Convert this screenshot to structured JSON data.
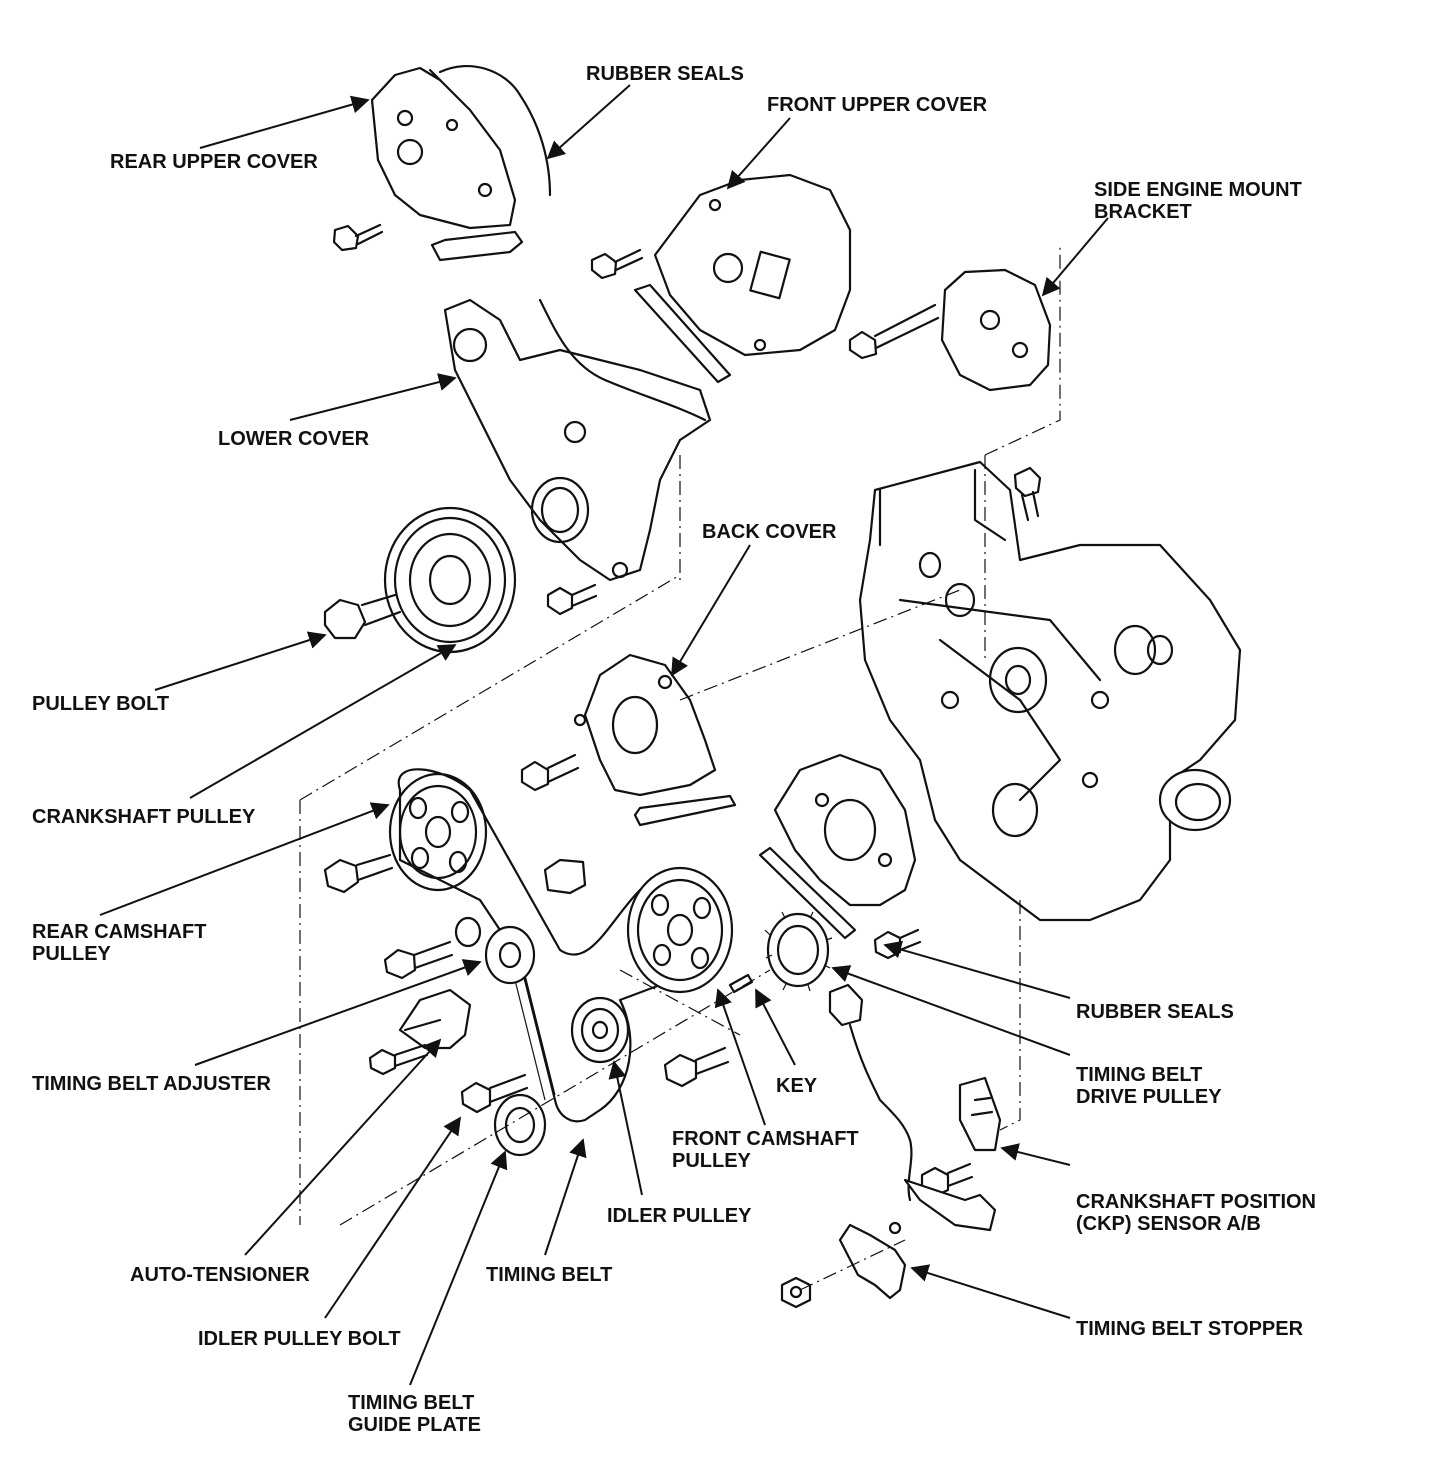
{
  "labels": {
    "rubber_seals_top": "RUBBER SEALS",
    "front_upper_cover": "FRONT UPPER COVER",
    "rear_upper_cover": "REAR UPPER COVER",
    "side_engine_mount_bracket_1": "SIDE ENGINE MOUNT",
    "side_engine_mount_bracket_2": "BRACKET",
    "lower_cover": "LOWER COVER",
    "back_cover": "BACK COVER",
    "pulley_bolt": "PULLEY BOLT",
    "crankshaft_pulley": "CRANKSHAFT PULLEY",
    "rear_camshaft_pulley_1": "REAR CAMSHAFT",
    "rear_camshaft_pulley_2": "PULLEY",
    "rubber_seals_right": "RUBBER SEALS",
    "timing_belt_drive_pulley_1": "TIMING BELT",
    "timing_belt_drive_pulley_2": "DRIVE PULLEY",
    "timing_belt_adjuster": "TIMING BELT ADJUSTER",
    "key": "KEY",
    "front_camshaft_pulley_1": "FRONT CAMSHAFT",
    "front_camshaft_pulley_2": "PULLEY",
    "ckp_sensor_1": "CRANKSHAFT POSITION",
    "ckp_sensor_2": "(CKP) SENSOR A/B",
    "idler_pulley": "IDLER PULLEY",
    "auto_tensioner": "AUTO-TENSIONER",
    "timing_belt": "TIMING BELT",
    "idler_pulley_bolt": "IDLER PULLEY BOLT",
    "timing_belt_stopper": "TIMING BELT STOPPER",
    "timing_belt_guide_plate_1": "TIMING BELT",
    "timing_belt_guide_plate_2": "GUIDE PLATE"
  },
  "colors": {
    "ink": "#111111",
    "background": "#ffffff"
  }
}
